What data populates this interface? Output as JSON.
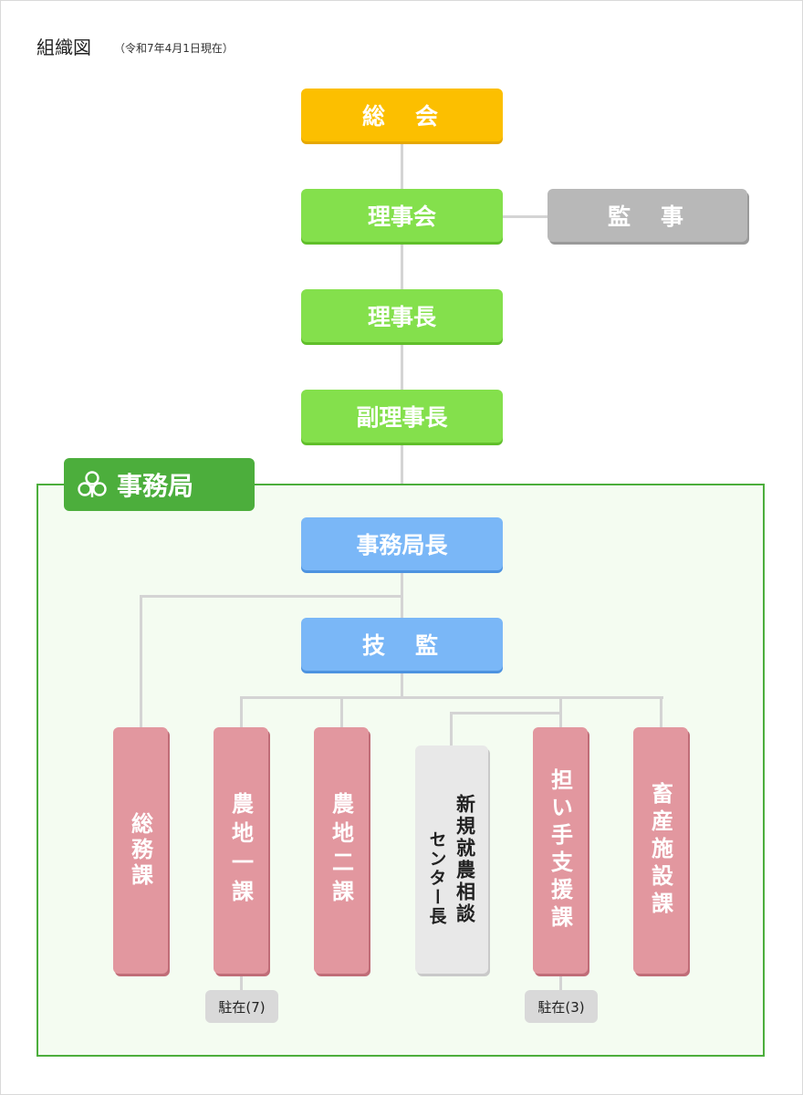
{
  "header": {
    "title": "組織図",
    "subtitle": "（令和7年4月1日現在）"
  },
  "top": {
    "general_assembly": "総　会",
    "board": "理事会",
    "auditor": "監　事",
    "chairman": "理事長",
    "vice_chairman": "副理事長"
  },
  "secretariat": {
    "label": "事務局",
    "director": "事務局長",
    "technical_director": "技　監",
    "sections": [
      {
        "name": "総務課"
      },
      {
        "name": "農地一課",
        "badge": "駐在(7)"
      },
      {
        "name": "農地二課"
      },
      {
        "name": "新規就農相談",
        "sub": "センター長"
      },
      {
        "name": "担い手支援課",
        "badge": "駐在(3)"
      },
      {
        "name": "畜産施設課"
      }
    ]
  },
  "colors": {
    "general_assembly": "#fcbf00",
    "board": "#84e04c",
    "auditor": "#b8b8b8",
    "secretariat": "#4cae3c",
    "office": "#7ab7f7",
    "section": "#e2979f",
    "center": "#e8e8e8"
  },
  "icons": {
    "secretariat_icon": "clover-icon"
  }
}
